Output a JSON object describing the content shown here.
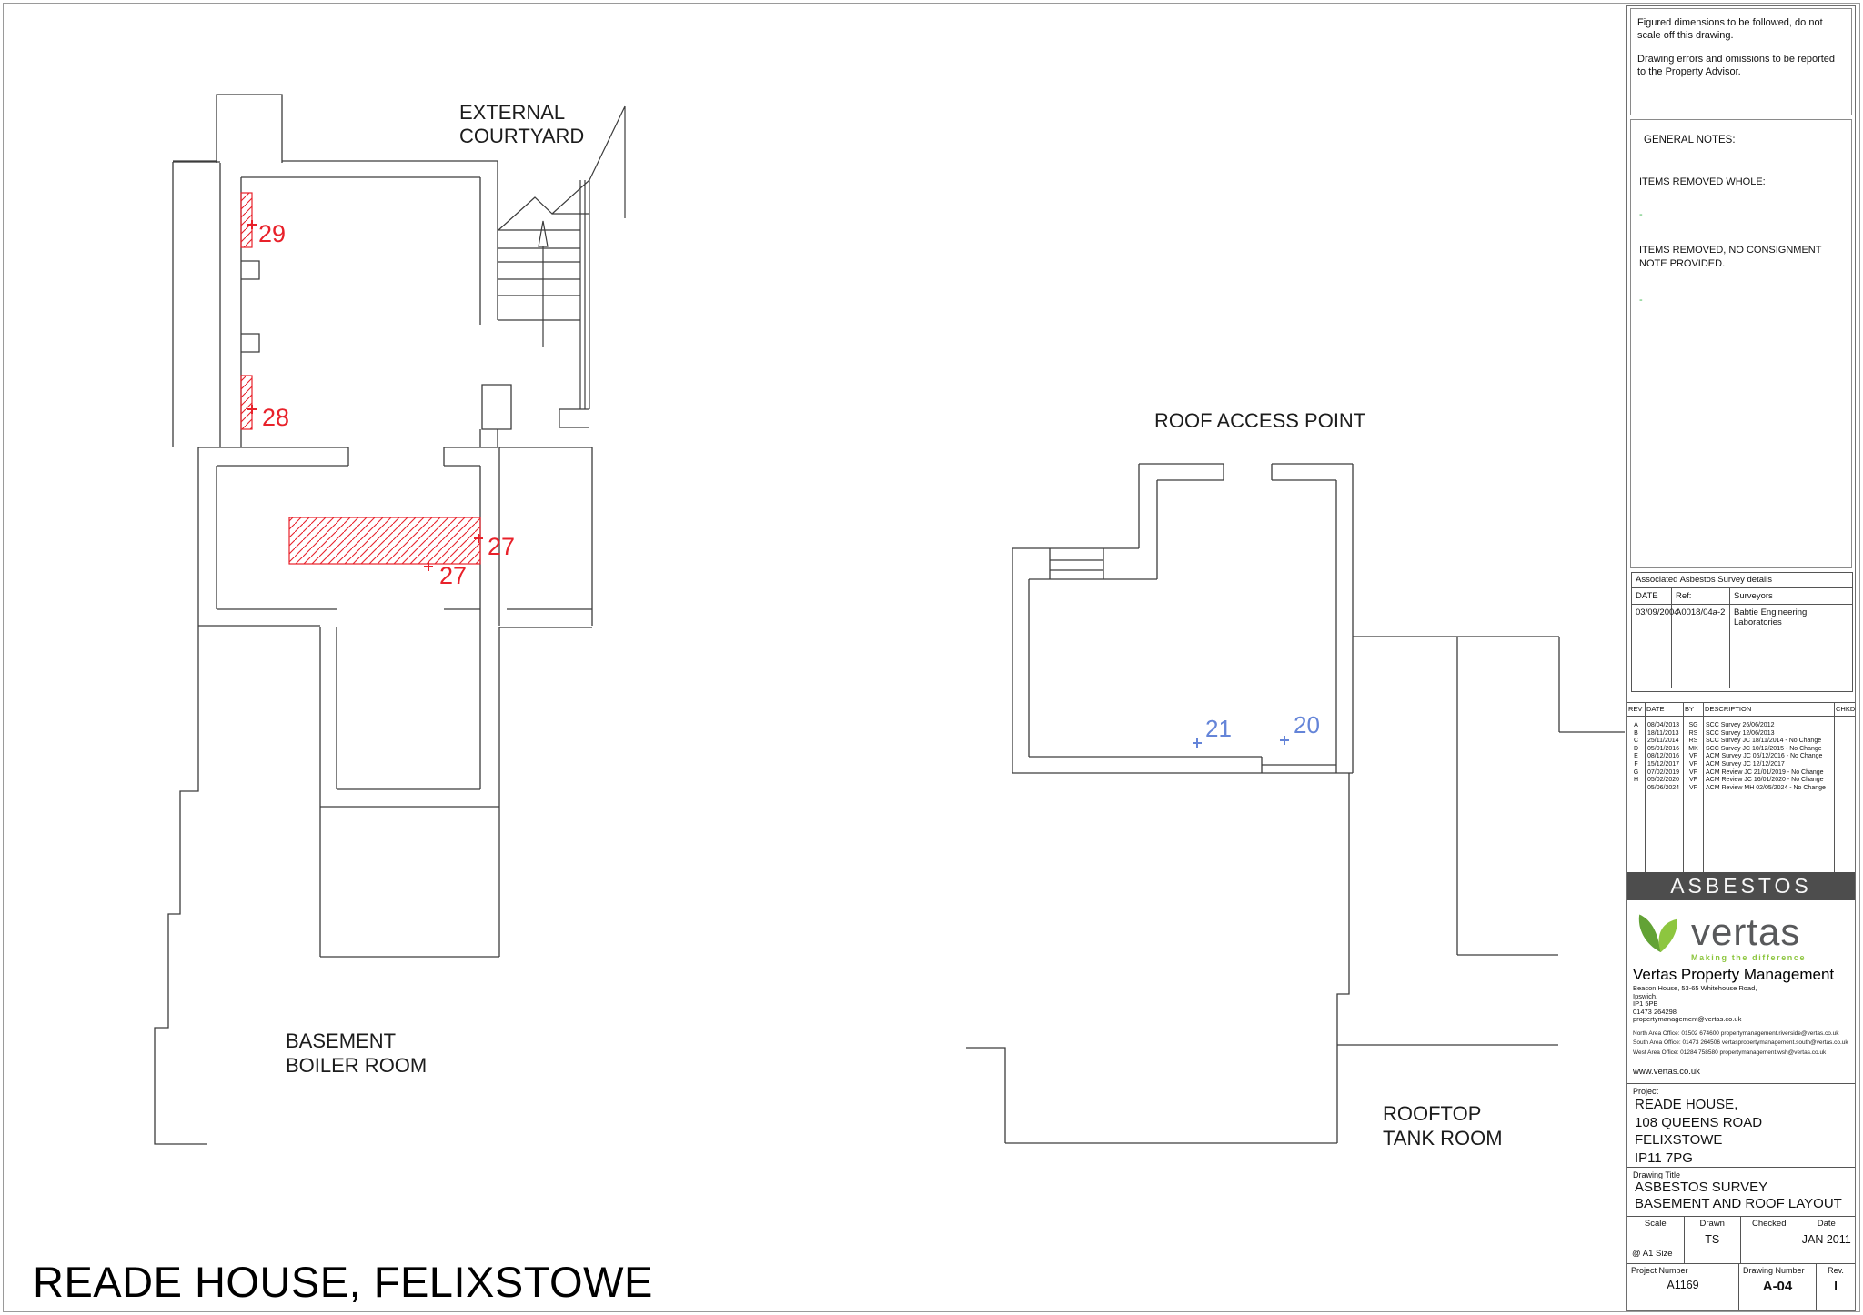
{
  "page": {
    "title": "READE HOUSE, FELIXSTOWE"
  },
  "basement_plan": {
    "area_label_line1": "EXTERNAL",
    "area_label_line2": "COURTYARD",
    "room_label_line1": "BASEMENT",
    "room_label_line2": "BOILER ROOM",
    "samples": {
      "s29": "29",
      "s28": "28",
      "s27a": "27",
      "s27b": "27"
    }
  },
  "roof_plan": {
    "title": "ROOF ACCESS POINT",
    "room_label_line1": "ROOFTOP",
    "room_label_line2": "TANK ROOM",
    "samples": {
      "s21": "21",
      "s20": "20"
    }
  },
  "title_block": {
    "disclaimer_line1": "Figured dimensions to be followed, do not scale off this drawing.",
    "disclaimer_line2": "Drawing errors and omissions to be reported to the Property Advisor.",
    "general_notes_heading": "GENERAL NOTES:",
    "note_items_removed_whole": "ITEMS REMOVED WHOLE:",
    "note_marker1": "-",
    "note_items_removed_no_consignment": "ITEMS REMOVED, NO CONSIGNMENT NOTE PROVIDED.",
    "note_marker2": "-",
    "survey_table": {
      "caption": "Associated Asbestos Survey details",
      "col_date": "DATE",
      "col_ref": "Ref:",
      "col_surveyors": "Surveyors",
      "row": {
        "date": "03/09/2004",
        "ref": "A0018/04a-2",
        "surveyors": "Babtie Engineering Laboratories"
      }
    },
    "rev_table": {
      "col_rev": "REV",
      "col_date": "DATE",
      "col_by": "BY",
      "col_description": "DESCRIPTION",
      "col_chkd": "CHKD",
      "rows": [
        {
          "rev": "A",
          "date": "08/04/2013",
          "by": "SG",
          "description": "SCC Survey 26/06/2012"
        },
        {
          "rev": "B",
          "date": "18/11/2013",
          "by": "RS",
          "description": "SCC Survey 12/06/2013"
        },
        {
          "rev": "C",
          "date": "25/11/2014",
          "by": "RS",
          "description": "SCC Survey JC 18/11/2014 - No Change"
        },
        {
          "rev": "D",
          "date": "05/01/2016",
          "by": "MK",
          "description": "SCC Survey JC 10/12/2015 - No Change"
        },
        {
          "rev": "E",
          "date": "08/12/2016",
          "by": "VF",
          "description": "ACM Survey JC 06/12/2016 - No Change"
        },
        {
          "rev": "F",
          "date": "15/12/2017",
          "by": "VF",
          "description": "ACM Survey JC 12/12/2017"
        },
        {
          "rev": "G",
          "date": "07/02/2019",
          "by": "VF",
          "description": "ACM Review JC 21/01/2019 - No Change"
        },
        {
          "rev": "H",
          "date": "05/02/2020",
          "by": "VF",
          "description": "ACM Review JC 16/01/2020 - No Change"
        },
        {
          "rev": "I",
          "date": "05/06/2024",
          "by": "VF",
          "description": "ACM Review MH 02/05/2024 - No Change"
        }
      ]
    },
    "banner": "ASBESTOS",
    "brand": {
      "logo_text": "vertas",
      "tagline": "Making the difference",
      "company": "Vertas Property Management",
      "address_line1": "Beacon House, 53-65 Whitehouse Road,",
      "address_line2": "Ipswich.",
      "address_line3": "IP1 5PB",
      "phone": "01473 264298",
      "email": "propertymanagement@vertas.co.uk",
      "office_north": "North Area Office: 01502 674600  propertymanagement.riverside@vertas.co.uk",
      "office_south": "South Area Office: 01473 264506  vertaspropertymanagement.south@vertas.co.uk",
      "office_west": "West Area Office: 01284 758580  propertymanagement.wsh@vertas.co.uk",
      "website": "www.vertas.co.uk"
    },
    "project": {
      "label": "Project",
      "line1": "READE HOUSE,",
      "line2": "108 QUEENS ROAD",
      "line3": "FELIXSTOWE",
      "line4": "IP11 7PG"
    },
    "drawing_title": {
      "label": "Drawing Title",
      "line1": "ASBESTOS SURVEY",
      "line2": "BASEMENT AND ROOF LAYOUT"
    },
    "meta": {
      "scale_label": "Scale",
      "scale_note": "@ A1 Size",
      "drawn_label": "Drawn",
      "drawn_value": "TS",
      "checked_label": "Checked",
      "checked_value": "",
      "date_label": "Date",
      "date_value": "JAN 2011",
      "project_number_label": "Project Number",
      "project_number_value": "A1169",
      "drawing_number_label": "Drawing Number",
      "drawing_number_value": "A-04",
      "rev_label": "Rev.",
      "rev_value": "I"
    }
  },
  "colors": {
    "asbestos_red": "#e8212a",
    "sample_blue": "#6484d8",
    "banner_bg": "#4d4d4d",
    "banner_text": "#f7f7f7",
    "brand_green": "#8dc63f",
    "brand_green_dark": "#62a235",
    "brand_gray": "#58595b",
    "note_marker_green": "#39b54a"
  }
}
